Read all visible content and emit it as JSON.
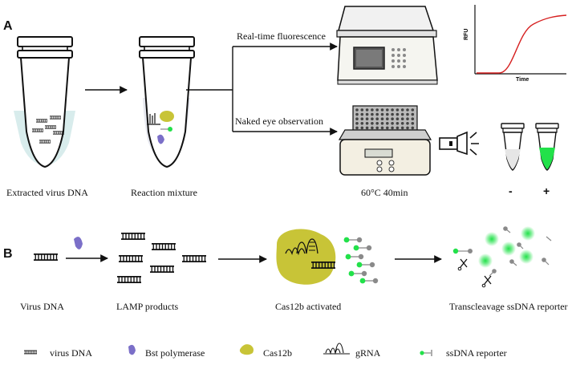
{
  "panels": {
    "a": "A",
    "b": "B"
  },
  "section_a": {
    "extracted_label": "Extracted virus DNA",
    "reaction_label": "Reaction mixture",
    "realtime_label": "Real-time fluorescence",
    "naked_eye_label": "Naked eye observation",
    "incubation_label": "60°C 40min",
    "negative_sign": "-",
    "positive_sign": "+",
    "rfu_axis": "RFU",
    "time_axis": "Time"
  },
  "section_b": {
    "virus_dna_label": "Virus DNA",
    "lamp_label": "LAMP products",
    "cas_label": "Cas12b activated",
    "trans_label": "Transcleavage ssDNA reporter"
  },
  "legend": [
    {
      "icon": "dna-icon",
      "label": "virus DNA"
    },
    {
      "icon": "bst-polymerase-icon",
      "label": "Bst polymerase"
    },
    {
      "icon": "cas12b-icon",
      "label": "Cas12b"
    },
    {
      "icon": "grna-icon",
      "label": "gRNA"
    },
    {
      "icon": "reporter-icon",
      "label": "ssDNA reporter"
    }
  ],
  "colors": {
    "reporter_green": "#22e14a",
    "cas12b_yellow": "#c8c437",
    "polymerase_purple": "#7b6fc8",
    "curve_red": "#d62020",
    "liquid_blue": "#d8ecec"
  }
}
